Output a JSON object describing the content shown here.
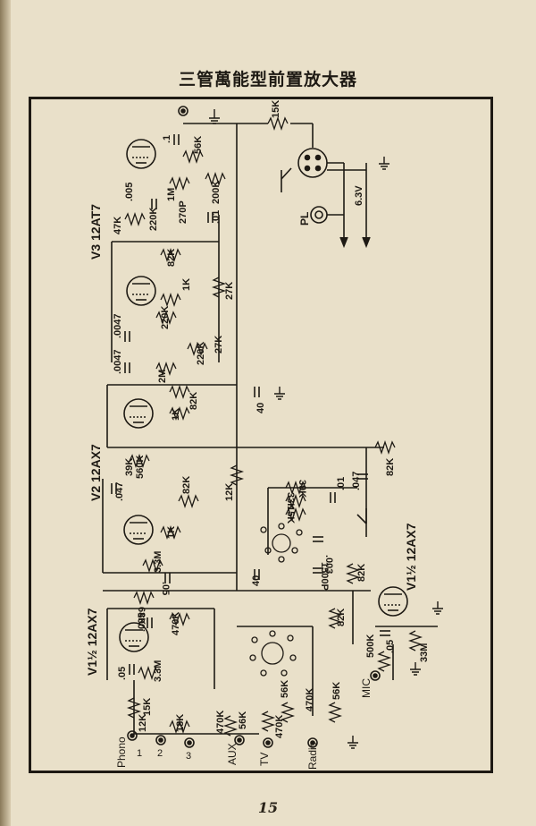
{
  "title": "三管萬能型前置放大器",
  "page_number": "15",
  "tubes": {
    "v3": "V3 12AT7",
    "v2": "V2 12AX7",
    "v1a": "V1½ 12AX7",
    "v1b": "V1½ 12AX7"
  },
  "inputs": {
    "phono": "Phono",
    "phono_1": "1",
    "phono_2": "2",
    "phono_3": "3",
    "aux": "AUX",
    "tv": "TV",
    "radio": "Radio",
    "mic": "MIC"
  },
  "labels": {
    "r15k": "15K",
    "r56k_top": "56K",
    "c1": ".1",
    "c005": ".005",
    "r1m": "1M",
    "r200k": "200K",
    "r47k": "47K",
    "r220k": "220K",
    "c270p": "270P",
    "c01": ".01",
    "r82k_a": "82K",
    "r1k_a": "1K",
    "r27k_a": "27K",
    "c0047_a": ".0047",
    "r220k_b": "220K",
    "r220k_c": "220K",
    "r27k_b": "27K",
    "c0047_b": ".0047",
    "r2m": "2M",
    "r82k_b": "82K",
    "r1k_b": "1K",
    "c40_a": "40",
    "r39k": "39K",
    "r560k": "560K",
    "r82k_c": "82K",
    "r12k": "12K",
    "c047_a": ".047",
    "r39k_b": "39K",
    "r33k": "33K",
    "r15k_b": "15K",
    "c01_b": ".01",
    "c047_b": ".047",
    "r82k_d": "82K",
    "c003": ".003",
    "r1k_c": "1K",
    "r33m": "3.3M",
    "c40_b": "40",
    "c1500p": "1500P",
    "r82k_e": "82K",
    "c05_a": ".05",
    "r68k": "68K",
    "c005_b": ".005",
    "r470k": "470K",
    "r82k_f": "82K",
    "r33m_b": "3.3M",
    "c05_b": ".05",
    "r15k_c": "15K",
    "r12k_b": "12K",
    "r18k": "18K",
    "r470k_b": "470K",
    "r56k_b": "56K",
    "r470k_c": "470K",
    "r56k_c": "56K",
    "r470k_d": "470K",
    "r56k_d": "56K",
    "r500k": "500K",
    "c05_c": ".05",
    "r33m_c": "33M",
    "pl": "PL",
    "v63": "6.3V"
  }
}
